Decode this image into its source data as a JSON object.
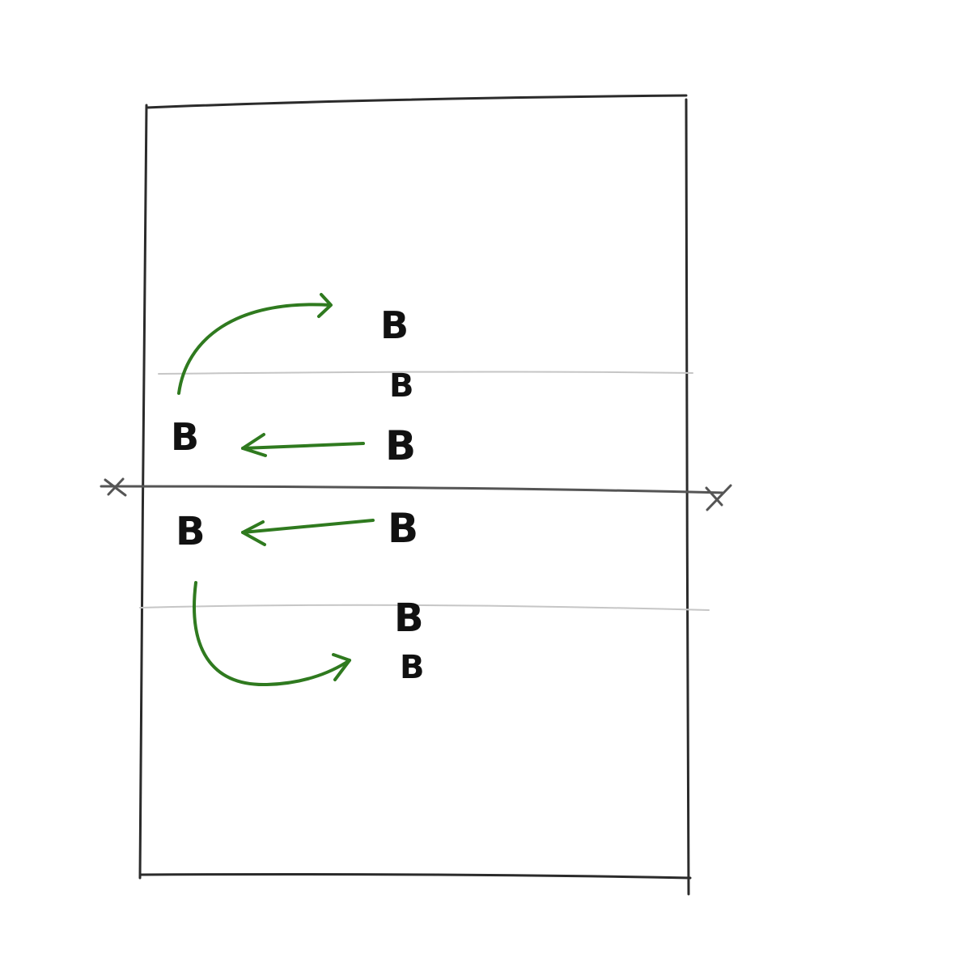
{
  "diagram": {
    "colors": {
      "court_line": "#2b2b2b",
      "net_line": "#555555",
      "zone_line": "#c6c6c6",
      "movement_arrow": "#2f7a1f",
      "player_marker": "#111111"
    },
    "players": [
      {
        "id": "p1",
        "label": "B"
      },
      {
        "id": "p2",
        "label": "B"
      },
      {
        "id": "p3",
        "label": "B"
      },
      {
        "id": "p4",
        "label": "B"
      },
      {
        "id": "p5",
        "label": "B"
      },
      {
        "id": "p6",
        "label": "B"
      },
      {
        "id": "p7",
        "label": "B"
      },
      {
        "id": "p8",
        "label": "B"
      }
    ],
    "arrows": [
      {
        "id": "a1",
        "kind": "curved",
        "direction": "up-right"
      },
      {
        "id": "a2",
        "kind": "straight",
        "direction": "left"
      },
      {
        "id": "a3",
        "kind": "straight",
        "direction": "left"
      },
      {
        "id": "a4",
        "kind": "curved",
        "direction": "down-right"
      }
    ],
    "net_end_markers": [
      "x-mark",
      "x-mark"
    ]
  }
}
